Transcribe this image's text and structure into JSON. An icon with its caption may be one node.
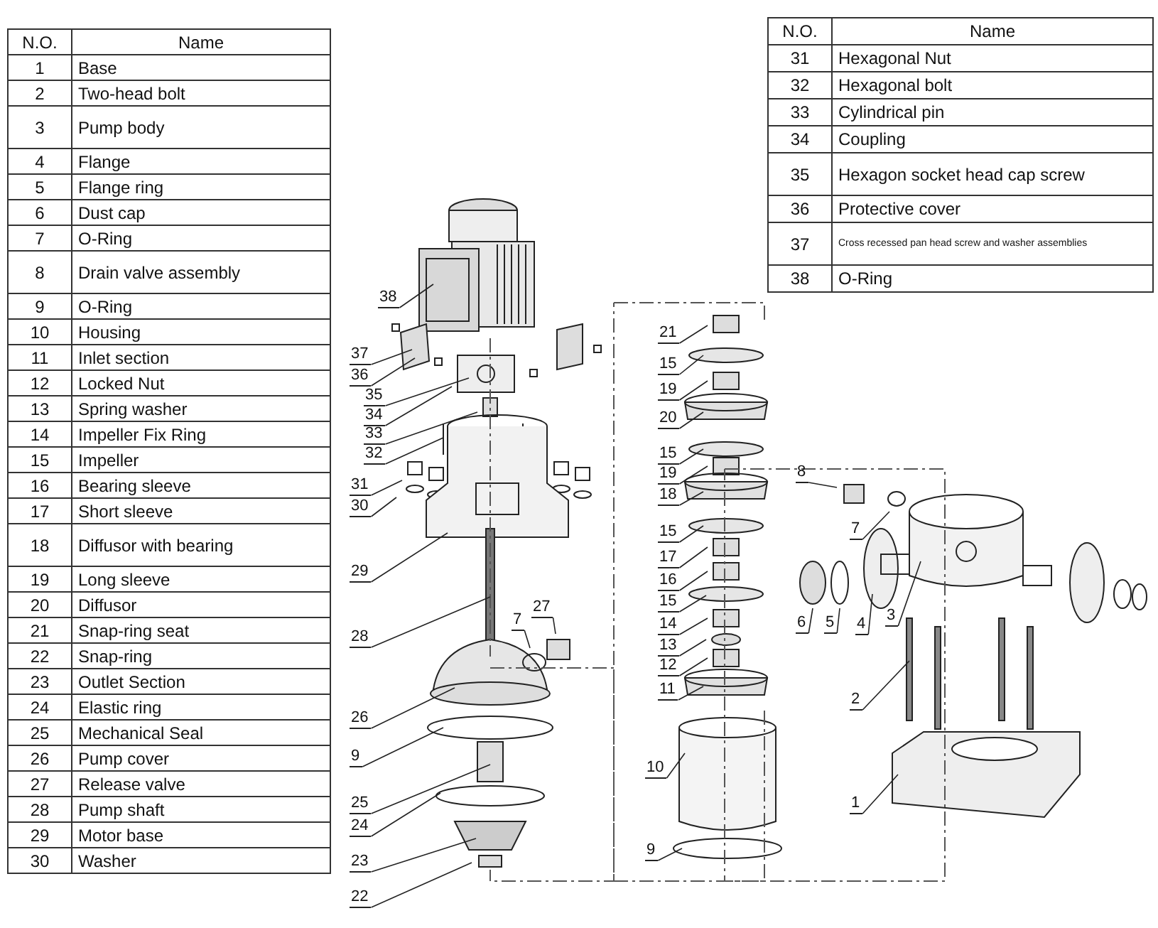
{
  "diagram": {
    "nodes": [
      {
        "text": [
          "38"
        ]
      },
      {
        "text": [
          "37"
        ]
      },
      {
        "text": [
          "36"
        ]
      },
      {
        "text": [
          "35"
        ]
      },
      {
        "text": [
          "34"
        ]
      },
      {
        "text": [
          "33"
        ]
      },
      {
        "text": [
          "32"
        ]
      },
      {
        "text": [
          "31"
        ]
      },
      {
        "text": [
          "30"
        ]
      },
      {
        "text": [
          "29"
        ]
      },
      {
        "text": [
          "28"
        ]
      },
      {
        "text": [
          "27"
        ]
      },
      {
        "text": [
          "7"
        ]
      },
      {
        "text": [
          "26"
        ]
      },
      {
        "text": [
          "9"
        ]
      },
      {
        "text": [
          "25"
        ]
      },
      {
        "text": [
          "24"
        ]
      },
      {
        "text": [
          "23"
        ]
      },
      {
        "text": [
          "22"
        ]
      },
      {
        "text": [
          "21"
        ]
      },
      {
        "text": [
          "15"
        ]
      },
      {
        "text": [
          "19"
        ]
      },
      {
        "text": [
          "20"
        ]
      },
      {
        "text": [
          "15"
        ]
      },
      {
        "text": [
          "19"
        ]
      },
      {
        "text": [
          "18"
        ]
      },
      {
        "text": [
          "15"
        ]
      },
      {
        "text": [
          "17"
        ]
      },
      {
        "text": [
          "16"
        ]
      },
      {
        "text": [
          "15"
        ]
      },
      {
        "text": [
          "14"
        ]
      },
      {
        "text": [
          "13"
        ]
      },
      {
        "text": [
          "12"
        ]
      },
      {
        "text": [
          "11"
        ]
      },
      {
        "text": [
          "10"
        ]
      },
      {
        "text": [
          "9"
        ]
      },
      {
        "text": [
          "8"
        ]
      },
      {
        "text": [
          "7"
        ]
      },
      {
        "text": [
          "6"
        ]
      },
      {
        "text": [
          "5"
        ]
      },
      {
        "text": [
          "4"
        ]
      },
      {
        "text": [
          "3"
        ]
      },
      {
        "text": [
          "2"
        ]
      },
      {
        "text": [
          "1"
        ]
      }
    ],
    "edges": [
      {
        "from": 0,
        "to": null,
        "arrow": "none"
      },
      {
        "from": 1,
        "to": null,
        "arrow": "none"
      },
      {
        "from": 2,
        "to": null,
        "arrow": "none"
      },
      {
        "from": 3,
        "to": null,
        "arrow": "none"
      },
      {
        "from": 4,
        "to": null,
        "arrow": "none"
      },
      {
        "from": 5,
        "to": null,
        "arrow": "none"
      },
      {
        "from": 6,
        "to": null,
        "arrow": "none"
      },
      {
        "from": 7,
        "to": null,
        "arrow": "none"
      },
      {
        "from": 8,
        "to": null,
        "arrow": "none"
      },
      {
        "from": 9,
        "to": null,
        "arrow": "none"
      },
      {
        "from": 10,
        "to": null,
        "arrow": "none"
      },
      {
        "from": 11,
        "to": null,
        "arrow": "none"
      },
      {
        "from": 12,
        "to": null,
        "arrow": "none"
      },
      {
        "from": 13,
        "to": null,
        "arrow": "none"
      },
      {
        "from": 14,
        "to": null,
        "arrow": "none"
      },
      {
        "from": 15,
        "to": null,
        "arrow": "none"
      },
      {
        "from": 16,
        "to": null,
        "arrow": "none"
      },
      {
        "from": 17,
        "to": null,
        "arrow": "none"
      },
      {
        "from": 18,
        "to": null,
        "arrow": "none"
      },
      {
        "from": 19,
        "to": null,
        "arrow": "none"
      },
      {
        "from": 20,
        "to": null,
        "arrow": "none"
      },
      {
        "from": 21,
        "to": null,
        "arrow": "none"
      },
      {
        "from": 22,
        "to": null,
        "arrow": "none"
      },
      {
        "from": 23,
        "to": null,
        "arrow": "none"
      },
      {
        "from": 24,
        "to": null,
        "arrow": "none"
      },
      {
        "from": 25,
        "to": null,
        "arrow": "none"
      },
      {
        "from": 26,
        "to": null,
        "arrow": "none"
      },
      {
        "from": 27,
        "to": null,
        "arrow": "none"
      },
      {
        "from": 28,
        "to": null,
        "arrow": "none"
      },
      {
        "from": 29,
        "to": null,
        "arrow": "none"
      },
      {
        "from": 30,
        "to": null,
        "arrow": "none"
      },
      {
        "from": 31,
        "to": null,
        "arrow": "none"
      },
      {
        "from": 32,
        "to": null,
        "arrow": "none"
      },
      {
        "from": 33,
        "to": null,
        "arrow": "none"
      },
      {
        "from": 34,
        "to": null,
        "arrow": "none"
      },
      {
        "from": 35,
        "to": null,
        "arrow": "none"
      },
      {
        "from": 36,
        "to": null,
        "arrow": "none"
      },
      {
        "from": 37,
        "to": null,
        "arrow": "none"
      },
      {
        "from": 38,
        "to": null,
        "arrow": "none"
      },
      {
        "from": 39,
        "to": null,
        "arrow": "none"
      },
      {
        "from": 40,
        "to": null,
        "arrow": "none"
      },
      {
        "from": 41,
        "to": null,
        "arrow": "none"
      },
      {
        "from": 42,
        "to": null,
        "arrow": "none"
      },
      {
        "from": 43,
        "to": null,
        "arrow": "none"
      }
    ],
    "labels": [
      "N.O.",
      "Name",
      "1",
      "Base",
      "2",
      "Two-head bolt",
      "3",
      "Pump body",
      "4",
      "Flange",
      "5",
      "Flange ring",
      "6",
      "Dust cap",
      "7",
      "O-Ring",
      "8",
      "Drain valve assembly",
      "9",
      "O-Ring",
      "10",
      "Housing",
      "11",
      "Inlet section",
      "12",
      "Locked Nut",
      "13",
      "Spring washer",
      "14",
      "Impeller Fix Ring",
      "15",
      "Impeller",
      "16",
      "Bearing sleeve",
      "17",
      "Short sleeve",
      "18",
      "Diffusor with bearing",
      "19",
      "Long sleeve",
      "20",
      "Diffusor",
      "21",
      "Snap-ring seat",
      "22",
      "Snap-ring",
      "23",
      "Outlet Section",
      "24",
      "Elastic ring",
      "25",
      "Mechanical Seal",
      "26",
      "Pump cover",
      "27",
      "Release valve",
      "28",
      "Pump shaft",
      "29",
      "Motor base",
      "30",
      "Washer",
      "N.O.",
      "Name",
      "31",
      "Hexagonal Nut",
      "32",
      "Hexagonal bolt",
      "33",
      "Cylindrical pin",
      "34",
      "Coupling",
      "35",
      "Hexagon socket head cap screw",
      "36",
      "Protective cover",
      "37",
      "Cross recessed pan head screw and washer assemblies",
      "38",
      "O-Ring"
    ]
  }
}
